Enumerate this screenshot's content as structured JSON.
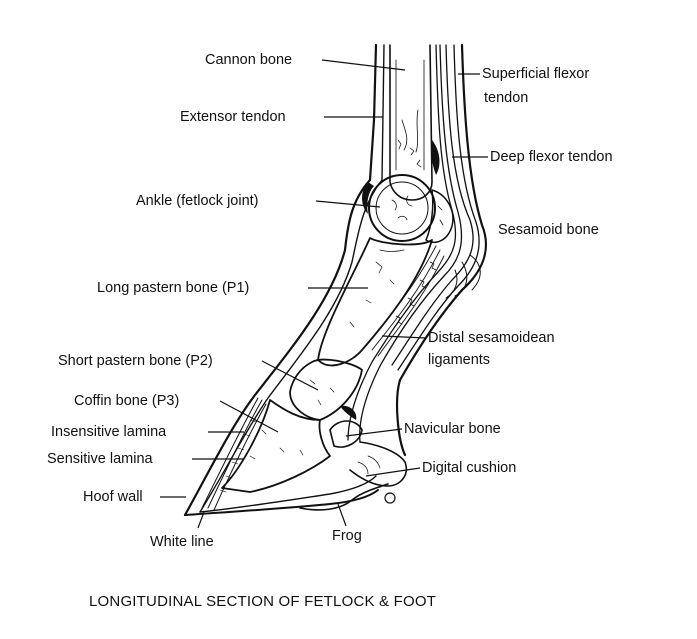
{
  "diagram": {
    "caption": "LONGITUDINAL SECTION OF FETLOCK & FOOT",
    "labels": {
      "cannon_bone": "Cannon bone",
      "superficial_flexor_1": "Superficial flexor",
      "superficial_flexor_2": "tendon",
      "extensor_tendon": "Extensor tendon",
      "deep_flexor_tendon": "Deep flexor tendon",
      "ankle": "Ankle (fetlock joint)",
      "sesamoid_bone": "Sesamoid bone",
      "long_pastern": "Long pastern bone (P1)",
      "distal_sesamoidean_1": "Distal sesamoidean",
      "distal_sesamoidean_2": "ligaments",
      "short_pastern": "Short pastern bone (P2)",
      "coffin_bone": "Coffin bone (P3)",
      "navicular_bone": "Navicular bone",
      "insensitive_lamina": "Insensitive lamina",
      "sensitive_lamina": "Sensitive lamina",
      "digital_cushion": "Digital cushion",
      "hoof_wall": "Hoof wall",
      "white_line": "White line",
      "frog": "Frog"
    },
    "colors": {
      "ink": "#111111",
      "background": "#ffffff"
    }
  }
}
